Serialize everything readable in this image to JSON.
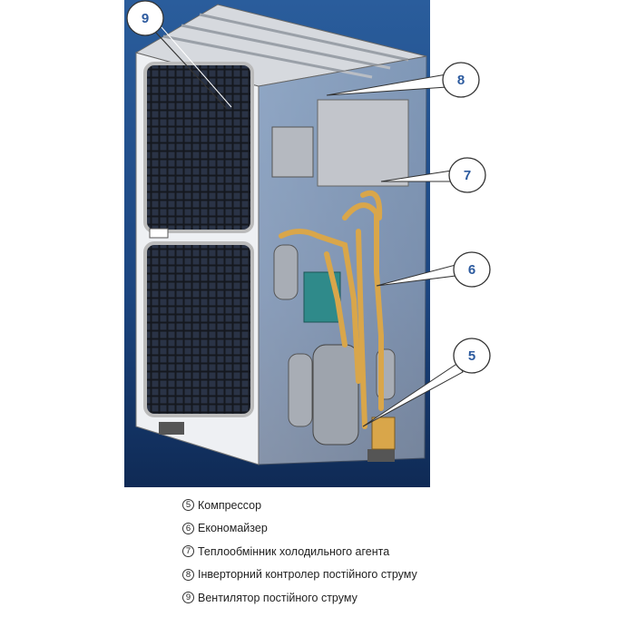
{
  "callouts": [
    {
      "number": "9"
    },
    {
      "number": "8"
    },
    {
      "number": "7"
    },
    {
      "number": "6"
    },
    {
      "number": "5"
    }
  ],
  "legend": [
    {
      "marker": "5",
      "label": "Компрессор"
    },
    {
      "marker": "6",
      "label": "Економайзер"
    },
    {
      "marker": "7",
      "label": "Теплообмінник холодильного агента"
    },
    {
      "marker": "8",
      "label": "Інверторний контролер постійного струму"
    },
    {
      "marker": "9",
      "label": "Вентилятор постійного струму"
    }
  ],
  "colors": {
    "background": "#1d4a86",
    "callout_text": "#2c5a9e",
    "pipe": "#d9a64a"
  }
}
